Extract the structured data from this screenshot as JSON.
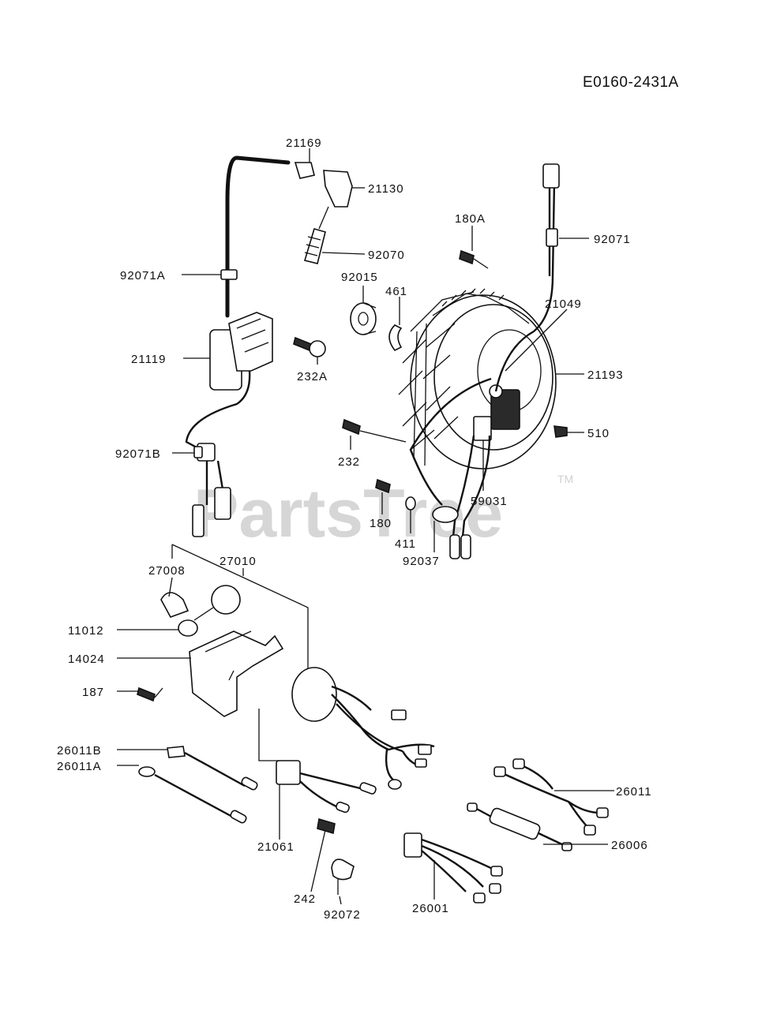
{
  "diagram_ref": "E0160-2431A",
  "watermark": {
    "text": "PartsTree",
    "tm": "TM"
  },
  "callouts": [
    {
      "id": "c21169",
      "label": "21169"
    },
    {
      "id": "c21130",
      "label": "21130"
    },
    {
      "id": "c180a",
      "label": "180A"
    },
    {
      "id": "c92071",
      "label": "92071"
    },
    {
      "id": "c92070",
      "label": "92070"
    },
    {
      "id": "c92015",
      "label": "92015"
    },
    {
      "id": "c461",
      "label": "461"
    },
    {
      "id": "c92071a",
      "label": "92071A"
    },
    {
      "id": "c21049",
      "label": "21049"
    },
    {
      "id": "c21119",
      "label": "21119"
    },
    {
      "id": "c232a",
      "label": "232A"
    },
    {
      "id": "c21193",
      "label": "21193"
    },
    {
      "id": "c510",
      "label": "510"
    },
    {
      "id": "c232",
      "label": "232"
    },
    {
      "id": "c92071b",
      "label": "92071B"
    },
    {
      "id": "c59031",
      "label": "59031"
    },
    {
      "id": "c180",
      "label": "180"
    },
    {
      "id": "c411",
      "label": "411"
    },
    {
      "id": "c92037",
      "label": "92037"
    },
    {
      "id": "c27010",
      "label": "27010"
    },
    {
      "id": "c27008",
      "label": "27008"
    },
    {
      "id": "c11012",
      "label": "11012"
    },
    {
      "id": "c14024",
      "label": "14024"
    },
    {
      "id": "c187",
      "label": "187"
    },
    {
      "id": "c26011b",
      "label": "26011B"
    },
    {
      "id": "c26011",
      "label": "26011"
    },
    {
      "id": "c26011a",
      "label": "26011A"
    },
    {
      "id": "c26006",
      "label": "26006"
    },
    {
      "id": "c21061",
      "label": "21061"
    },
    {
      "id": "c242",
      "label": "242"
    },
    {
      "id": "c26001",
      "label": "26001"
    },
    {
      "id": "c92072",
      "label": "92072"
    }
  ]
}
